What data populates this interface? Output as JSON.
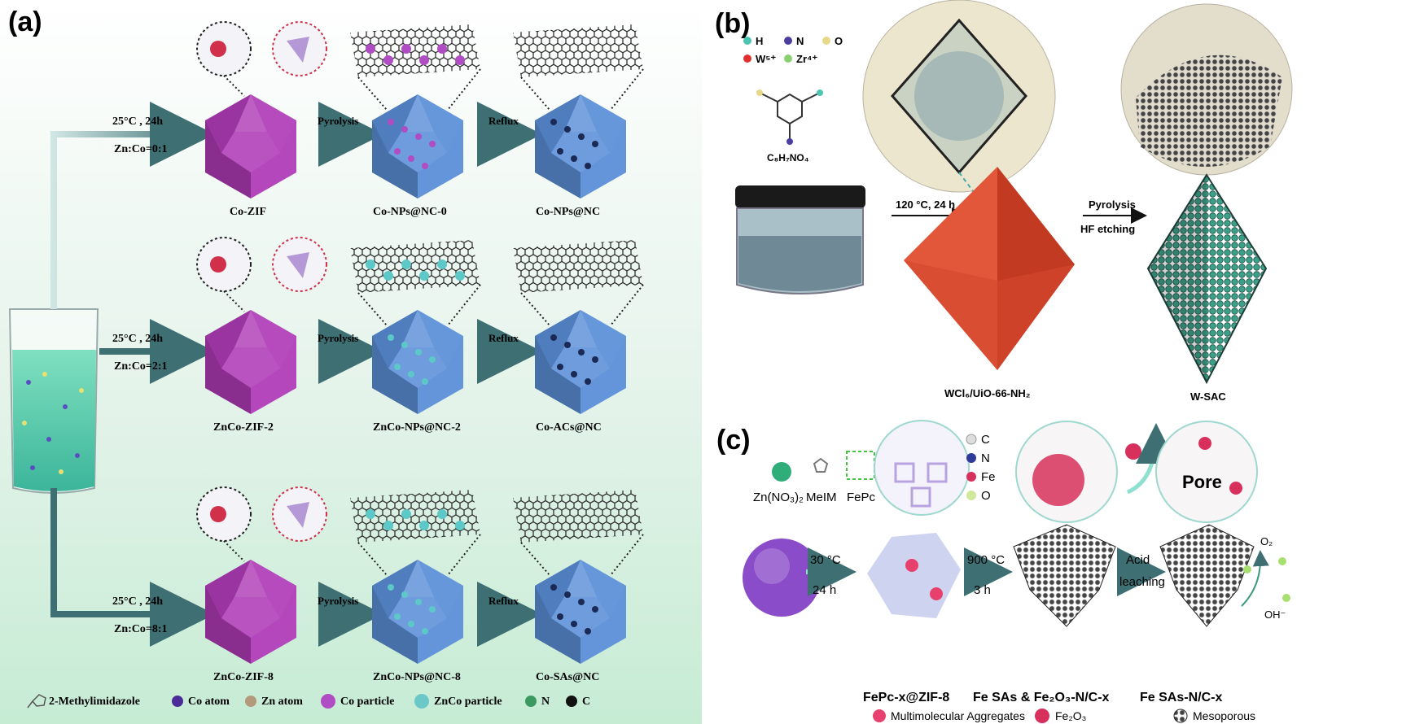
{
  "panel_a": {
    "label": "(a)",
    "rows": [
      {
        "temp": "25°C , 24h",
        "ratio": "Zn:Co=0:1",
        "zif": "Co-ZIF",
        "step1": "Pyrolysis",
        "np": "Co-NPs@NC-0",
        "step2": "Reflux",
        "product": "Co-NPs@NC"
      },
      {
        "temp": "25°C , 24h",
        "ratio": "Zn:Co=2:1",
        "zif": "ZnCo-ZIF-2",
        "step1": "Pyrolysis",
        "np": "ZnCo-NPs@NC-2",
        "step2": "Reflux",
        "product": "Co-ACs@NC"
      },
      {
        "temp": "25°C , 24h",
        "ratio": "Zn:Co=8:1",
        "zif": "ZnCo-ZIF-8",
        "step1": "Pyrolysis",
        "np": "ZnCo-NPs@NC-8",
        "step2": "Reflux",
        "product": "Co-SAs@NC"
      }
    ],
    "legend": [
      "2-Methylimidazole",
      "Co atom",
      "Zn atom",
      "Co particle",
      "ZnCo particle",
      "N",
      "C"
    ]
  },
  "panel_b": {
    "label": "(b)",
    "legend": [
      "H",
      "N",
      "O",
      "W⁵⁺",
      "Zr⁴⁺"
    ],
    "ligand": "C₈H₇NO₄",
    "step1": "120 °C, 24 h",
    "intermediate": "WCl₆/UiO-66-NH₂",
    "step2a": "Pyrolysis",
    "step2b": "HF etching",
    "product": "W-SAC"
  },
  "panel_c": {
    "label": "(c)",
    "reagents": [
      "Zn(NO₃)₂",
      "MeIM",
      "FePc"
    ],
    "legend": [
      "C",
      "N",
      "Fe",
      "O"
    ],
    "step1": [
      "30 °C",
      "24 h"
    ],
    "step2": [
      "900 °C",
      "3 h"
    ],
    "step3": [
      "Acid",
      "leaching"
    ],
    "pore": "Pore",
    "o2": "O₂",
    "oh": "OH⁻",
    "products": [
      "FePc-x@ZIF-8",
      "Fe SAs & Fe₂O₃-N/C-x",
      "Fe SAs-N/C-x"
    ],
    "bottom_legend": [
      "Multimolecular Aggregates",
      "Fe₂O₃",
      "Mesoporous"
    ]
  },
  "colors": {
    "zif": "#b03cb8",
    "nc": "#5b8fd8",
    "octa_red": "#d9482e",
    "octa_green": "#2f8f7a",
    "arrow": "#3e6f73"
  }
}
